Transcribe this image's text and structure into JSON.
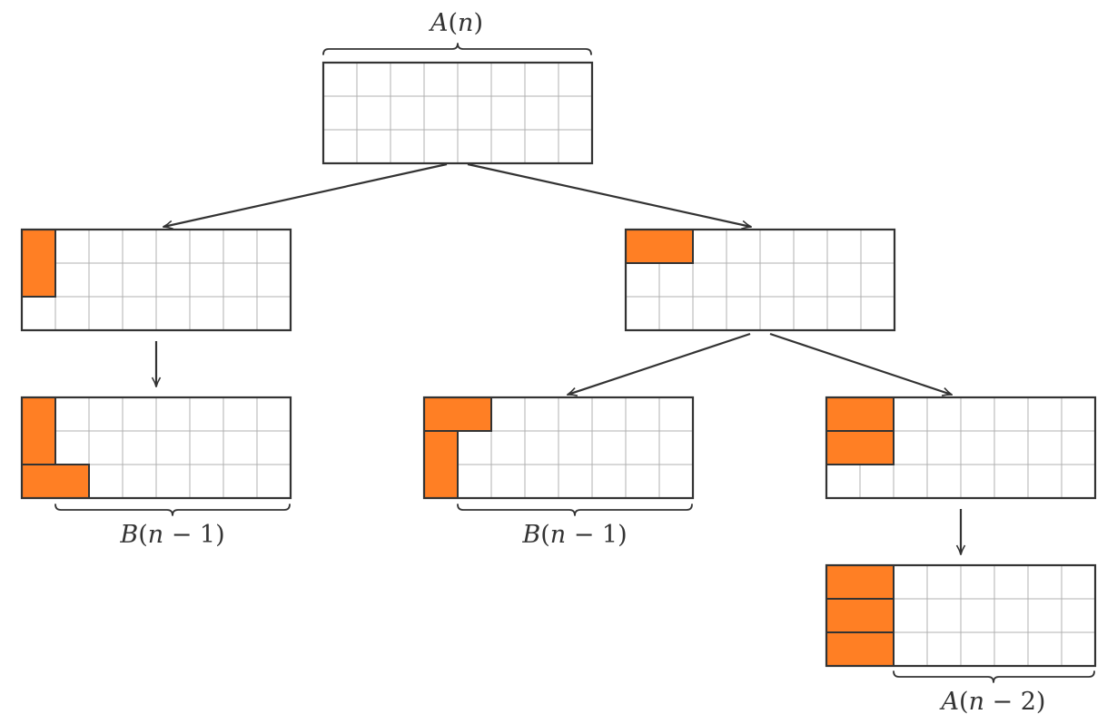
{
  "colors": {
    "tile": "#ff7f24",
    "outline": "#333333",
    "grid": "#b0b0b0",
    "background": "#ffffff"
  },
  "grid": {
    "rows": 3,
    "cols": 8
  },
  "boards": [
    {
      "id": "root",
      "tiles": []
    },
    {
      "id": "vertical-first",
      "tiles": [
        {
          "row": 0,
          "col": 0,
          "w": 1,
          "h": 2
        }
      ]
    },
    {
      "id": "horizontal-first",
      "tiles": [
        {
          "row": 0,
          "col": 0,
          "w": 2,
          "h": 1
        }
      ]
    },
    {
      "id": "vertical-then-bottom",
      "tiles": [
        {
          "row": 0,
          "col": 0,
          "w": 1,
          "h": 2
        },
        {
          "row": 2,
          "col": 0,
          "w": 2,
          "h": 1
        }
      ]
    },
    {
      "id": "horizontal-then-vertical",
      "tiles": [
        {
          "row": 0,
          "col": 0,
          "w": 2,
          "h": 1
        },
        {
          "row": 1,
          "col": 0,
          "w": 1,
          "h": 2
        }
      ]
    },
    {
      "id": "two-horizontal",
      "tiles": [
        {
          "row": 0,
          "col": 0,
          "w": 2,
          "h": 1
        },
        {
          "row": 1,
          "col": 0,
          "w": 2,
          "h": 1
        }
      ]
    },
    {
      "id": "three-horizontal",
      "tiles": [
        {
          "row": 0,
          "col": 0,
          "w": 2,
          "h": 1
        },
        {
          "row": 1,
          "col": 0,
          "w": 2,
          "h": 1
        },
        {
          "row": 2,
          "col": 0,
          "w": 2,
          "h": 1
        }
      ]
    }
  ],
  "labels": [
    {
      "id": "a-n",
      "func": "A",
      "arg": "n",
      "offset": ""
    },
    {
      "id": "b-n-1-left",
      "func": "B",
      "arg": "n",
      "offset": " − 1"
    },
    {
      "id": "b-n-1-middle",
      "func": "B",
      "arg": "n",
      "offset": " − 1"
    },
    {
      "id": "a-n-2",
      "func": "A",
      "arg": "n",
      "offset": " − 2"
    }
  ]
}
